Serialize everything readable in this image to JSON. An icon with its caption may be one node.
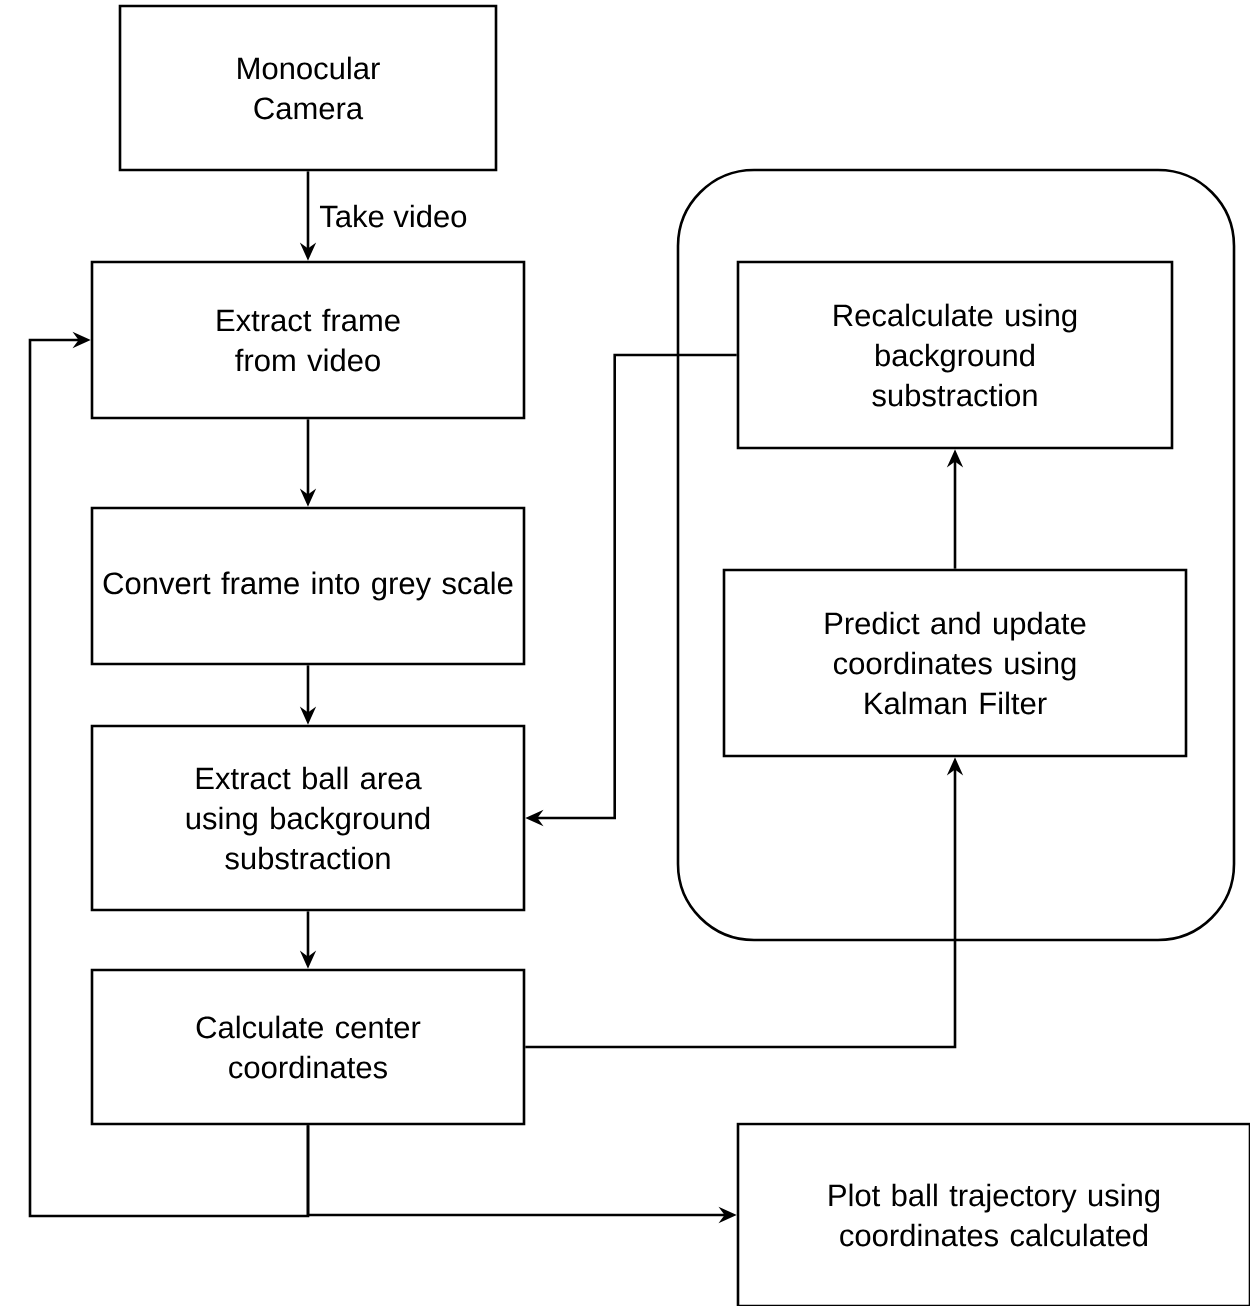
{
  "diagram": {
    "nodes": [
      {
        "text": [
          "Monocular Camera"
        ]
      },
      {
        "text": [
          "Extract frame from video"
        ]
      },
      {
        "text": [
          "Convert frame into grey scale"
        ]
      },
      {
        "text": [
          "Extract ball area using background substraction"
        ]
      },
      {
        "text": [
          "Calculate center coordinates"
        ]
      },
      {
        "text": [],
        "shape": "box"
      },
      {
        "text": [
          "Recalculate using background substraction"
        ],
        "in": 5
      },
      {
        "text": [
          "Predict and update coordinates using Kalman Filter"
        ],
        "in": 5
      },
      {
        "text": [
          "Plot ball trajectory using coordinates calculated"
        ]
      }
    ],
    "edges": [
      {
        "from": 0,
        "to": 1,
        "arrow": "to",
        "label": "Take video"
      },
      {
        "from": 1,
        "to": 2,
        "arrow": "to"
      },
      {
        "from": 2,
        "to": 3,
        "arrow": "to"
      },
      {
        "from": 3,
        "to": 4,
        "arrow": "to"
      },
      {
        "from": 4,
        "to": 7,
        "arrow": "to"
      },
      {
        "from": 7,
        "to": 6,
        "arrow": "to"
      },
      {
        "from": 6,
        "to": 3,
        "arrow": "to"
      },
      {
        "from": 4,
        "to": 1,
        "arrow": "to"
      },
      {
        "from": 4,
        "to": 8,
        "arrow": "to"
      }
    ]
  }
}
